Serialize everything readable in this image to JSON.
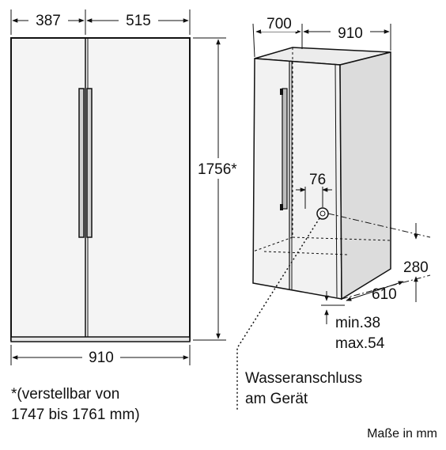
{
  "front": {
    "left_width": "387",
    "right_width": "515",
    "total_width": "910",
    "height": "1756*"
  },
  "side": {
    "depth": "700",
    "width": "910",
    "water_offset": "76",
    "water_height": "280",
    "water_depth": "610",
    "foot_min": "min.38",
    "foot_max": "max.54"
  },
  "labels": {
    "water_line1": "Wasseranschluss",
    "water_line2": "am Gerät",
    "footnote_line1": "*(verstellbar von",
    "footnote_line2": "1747 bis 1761 mm)",
    "units": "Maße in mm"
  },
  "colors": {
    "line": "#111111",
    "fridge_face": "#f4f4f4",
    "fridge_side": "#dcdcdc",
    "handle": "#bdbdbd"
  }
}
